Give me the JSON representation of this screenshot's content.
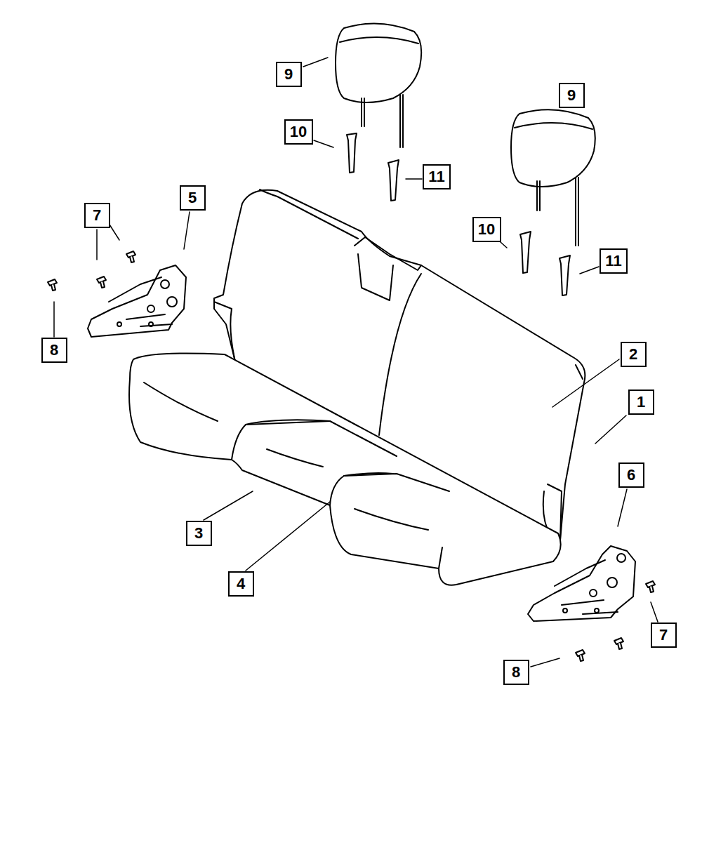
{
  "diagram": {
    "labels": [
      "9",
      "9",
      "10",
      "11",
      "7",
      "5",
      "10",
      "11",
      "8",
      "2",
      "1",
      "6",
      "3",
      "4",
      "7",
      "8"
    ]
  }
}
